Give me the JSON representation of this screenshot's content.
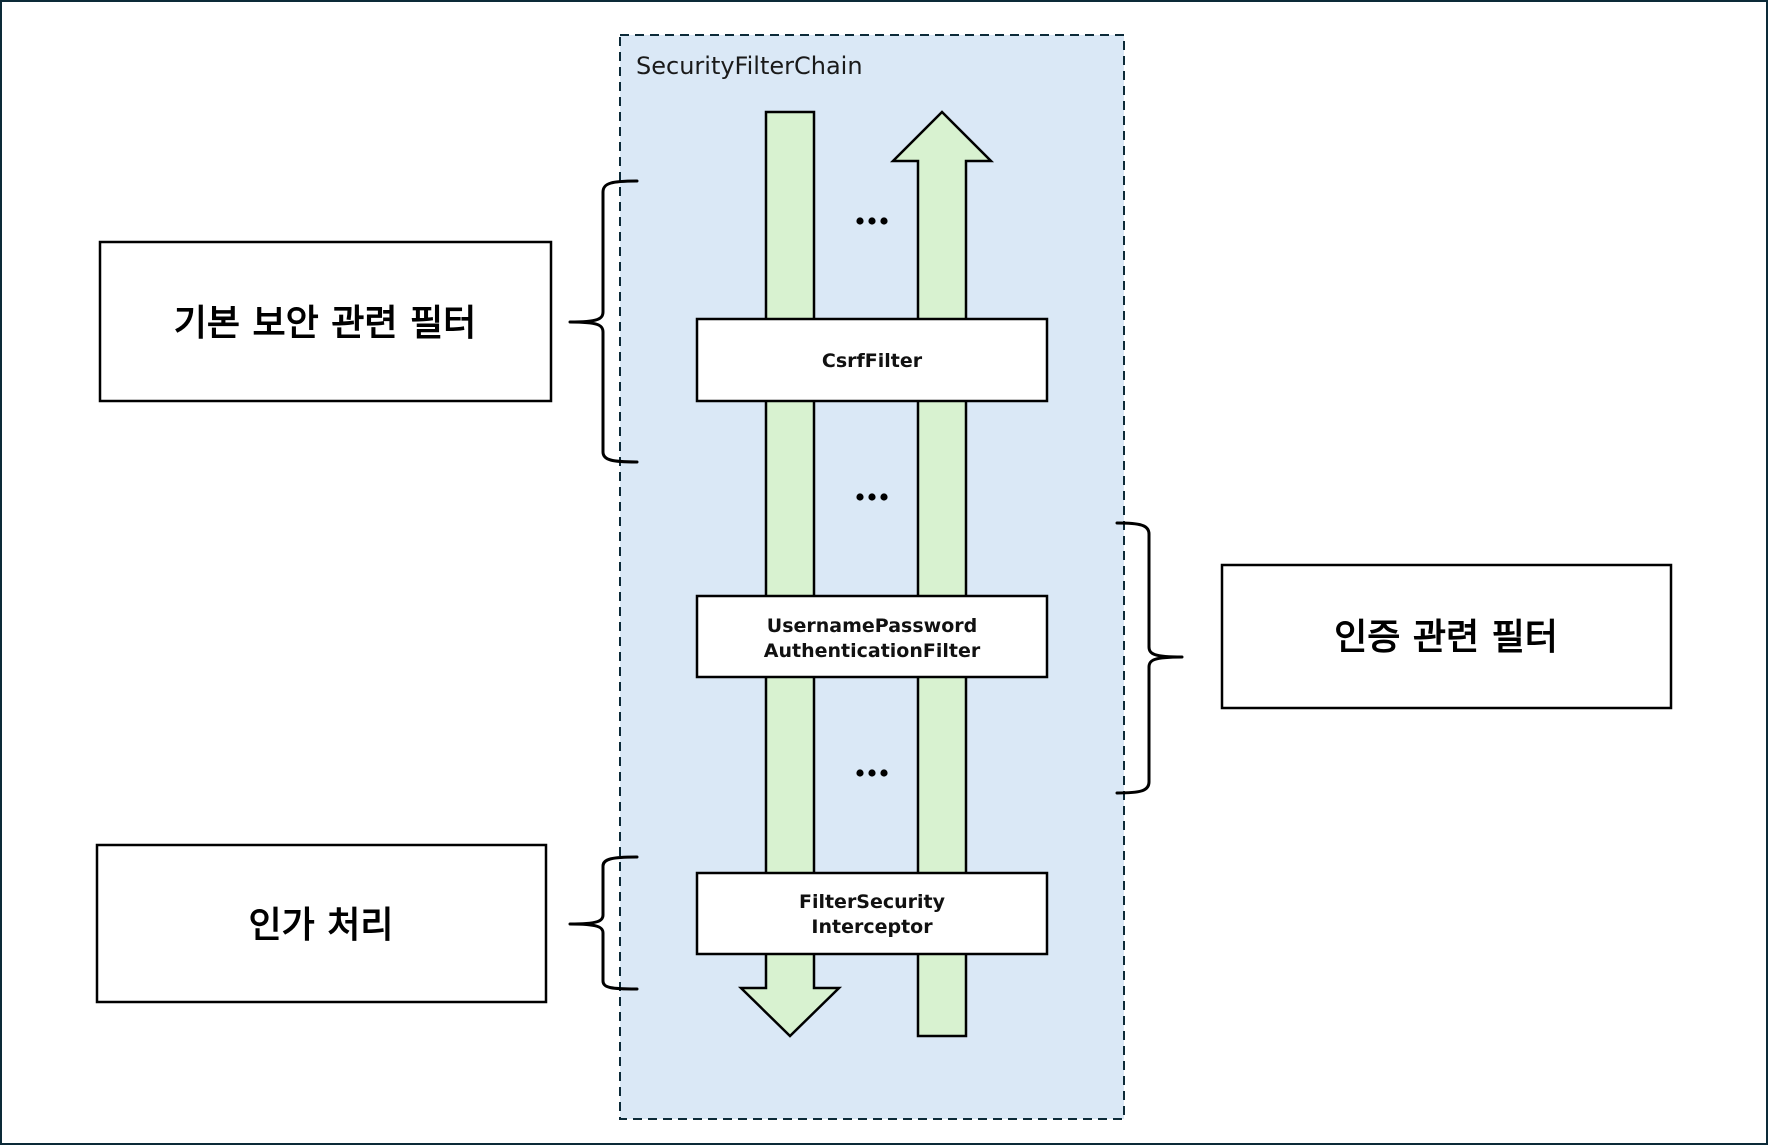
{
  "diagram": {
    "container_title": "SecurityFilterChain",
    "filters": [
      {
        "id": "csrf",
        "lines": [
          "CsrfFilter"
        ]
      },
      {
        "id": "username-password",
        "lines": [
          "UsernamePassword",
          "AuthenticationFilter"
        ]
      },
      {
        "id": "filter-security",
        "lines": [
          "FilterSecurity",
          "Interceptor"
        ]
      }
    ],
    "ellipsis": "...",
    "groups": [
      {
        "id": "basic-security",
        "label": "기본 보안 관련 필터",
        "side": "left",
        "covers": [
          "csrf"
        ]
      },
      {
        "id": "authentication",
        "label": "인증 관련 필터",
        "side": "right",
        "covers": [
          "username-password"
        ]
      },
      {
        "id": "authorization",
        "label": "인가 처리",
        "side": "left",
        "covers": [
          "filter-security"
        ]
      }
    ],
    "flows": [
      {
        "id": "request-flow",
        "direction": "down",
        "icon": "arrow-down-icon"
      },
      {
        "id": "response-flow",
        "direction": "up",
        "icon": "arrow-up-icon"
      }
    ],
    "colors": {
      "chain_background": "#dae8f6",
      "flow_fill": "#d8f2d0",
      "border": "#0c2a38"
    }
  }
}
